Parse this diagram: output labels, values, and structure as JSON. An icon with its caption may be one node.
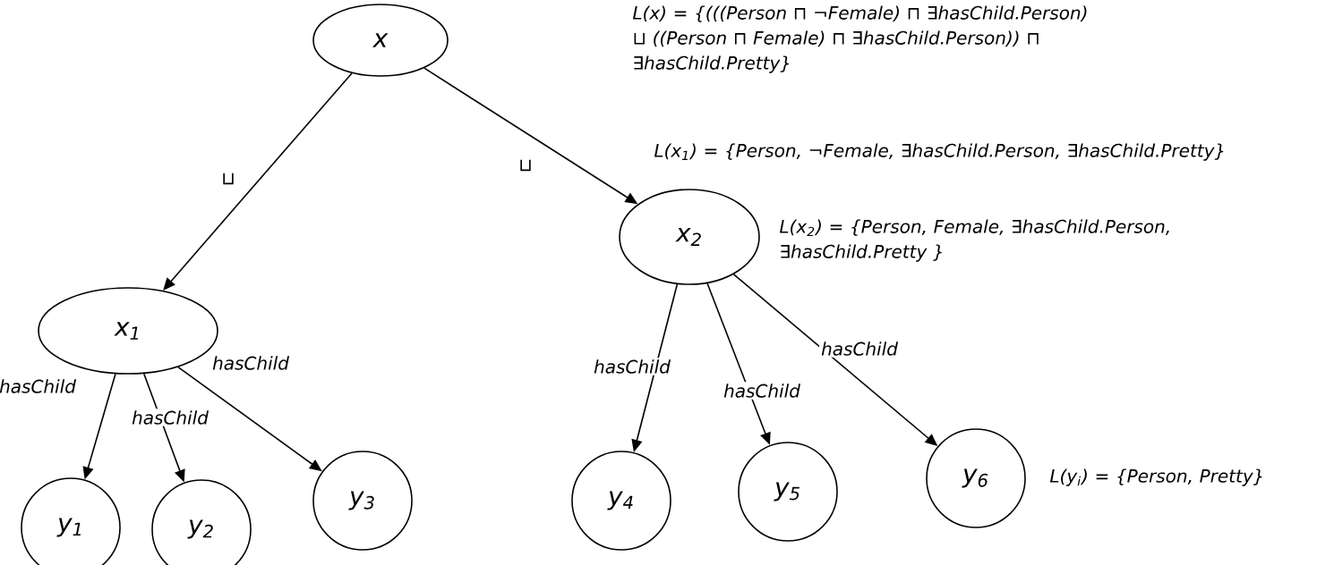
{
  "diagram": {
    "nodes": [
      {
        "text": [
          "x"
        ]
      },
      {
        "text": [
          "x$_{1}$"
        ]
      },
      {
        "text": [
          "x$_{2}$"
        ]
      },
      {
        "text": [
          "y$_{1}$"
        ]
      },
      {
        "text": [
          "y$_{2}$"
        ]
      },
      {
        "text": [
          "y$_{3}$"
        ]
      },
      {
        "text": [
          "y$_{4}$"
        ]
      },
      {
        "text": [
          "y$_{5}$"
        ]
      },
      {
        "text": [
          "y$_{6}$"
        ]
      }
    ],
    "edges": [
      {
        "from": 0,
        "to": 1,
        "arrow": "to",
        "label": "⊔"
      },
      {
        "from": 0,
        "to": 2,
        "arrow": "to",
        "label": "⊔"
      },
      {
        "from": 1,
        "to": 3,
        "arrow": "to",
        "label": "hasChild"
      },
      {
        "from": 1,
        "to": 4,
        "arrow": "to",
        "label": "hasChild"
      },
      {
        "from": 1,
        "to": 5,
        "arrow": "to",
        "label": "hasChild"
      },
      {
        "from": 2,
        "to": 6,
        "arrow": "to",
        "label": "hasChild"
      },
      {
        "from": 2,
        "to": 7,
        "arrow": "to",
        "label": "hasChild"
      },
      {
        "from": 2,
        "to": 8,
        "arrow": "to",
        "label": "hasChild"
      }
    ],
    "labels": [
      "L(x) = {(((Person ⊓ ¬Female) ⊓ ∃hasChild.Person) ⊔ ((Person ⊓ Female) ⊓ ∃hasChild.Person)) ⊓ ∃hasChild.Pretty}",
      "L(x$_{1}$) = {Person, ¬Female, ∃hasChild.Person, ∃hasChild.Pretty}",
      "L(x$_{2}$) = {Person, Female, ∃hasChild.Person, ∃hasChild.Pretty }",
      "L(y$_{i}$) = {Person, Pretty}"
    ]
  }
}
